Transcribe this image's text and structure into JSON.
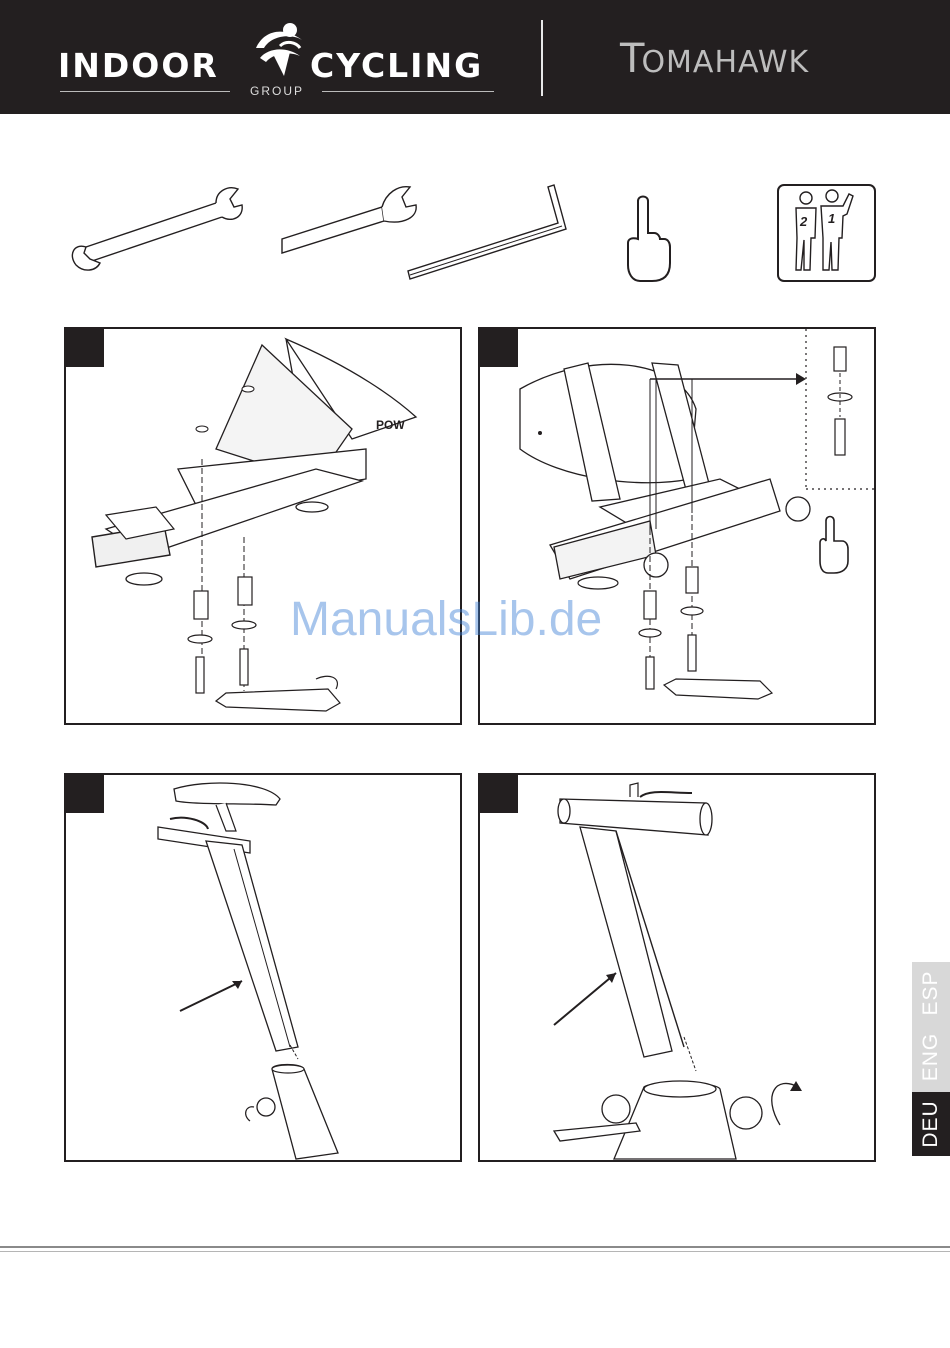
{
  "header": {
    "brand_left_main_1": "INDOOR",
    "brand_left_main_2": "CYCLING",
    "brand_left_sub": "GROUP",
    "brand_right_initial": "T",
    "brand_right_rest": "OMAHAWK",
    "background_color": "#231f20"
  },
  "tools": {
    "icons": [
      "open-end-wrench-icon",
      "open-end-wrench-icon",
      "hex-key-icon",
      "finger-pointing-icon",
      "two-person-assembly-icon"
    ],
    "people_labels": [
      "2",
      "1"
    ]
  },
  "panels": {
    "step1_figure_text": "POW"
  },
  "watermark": {
    "text": "ManualsLib.de"
  },
  "languages": {
    "items": [
      {
        "label": "ESP",
        "active": false
      },
      {
        "label": "ENG",
        "active": false
      },
      {
        "label": "DEU",
        "active": true
      }
    ],
    "active_color": "#231f20",
    "inactive_color": "#d8d8d8"
  }
}
